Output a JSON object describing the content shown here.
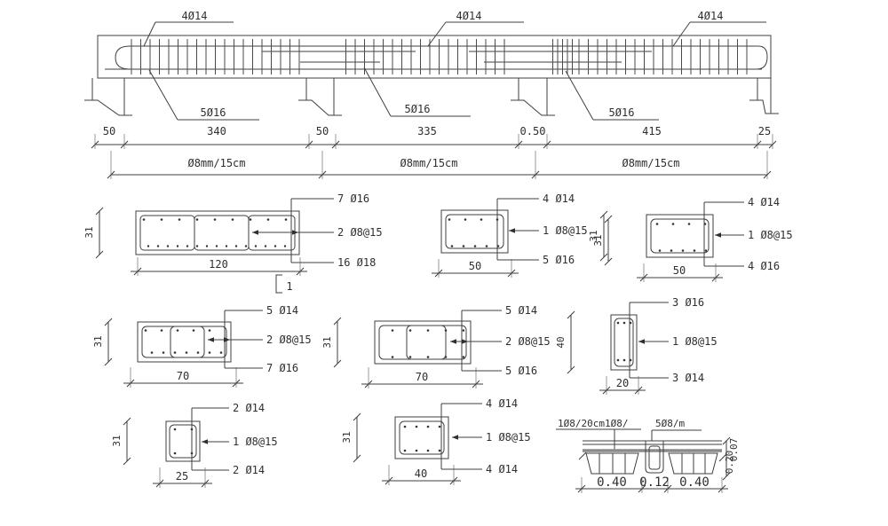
{
  "colors": {
    "ink": "#2f2f2f",
    "line": "#3f3f3f",
    "light": "#9a9a9a",
    "background": "#ffffff"
  },
  "elevation": {
    "top_rebar_labels": [
      "4Ø14",
      "4Ø14",
      "4Ø14"
    ],
    "bottom_rebar_labels": [
      "5Ø16",
      "5Ø16",
      "5Ø16"
    ],
    "span_dims": [
      "50",
      "340",
      "50",
      "335",
      "0.50",
      "415",
      "25"
    ],
    "stirrup_dims": [
      "Ø8mm/15cm",
      "Ø8mm/15cm",
      "Ø8mm/15cm"
    ]
  },
  "sections": {
    "s1": {
      "top_label": "7 Ø16",
      "mid_label": "2 Ø8@15",
      "bot_label": "16 Ø18",
      "width_dim": "120",
      "height_dim": "31",
      "section_mark": "1"
    },
    "s2": {
      "top_label": "4 Ø14",
      "mid_label": "1 Ø8@15",
      "bot_label": "5 Ø16",
      "width_dim": "50",
      "height_dim": "31"
    },
    "s3": {
      "top_label": "4 Ø14",
      "mid_label": "1 Ø8@15",
      "bot_label": "4 Ø16",
      "width_dim": "50",
      "height_dim": "31"
    },
    "s4": {
      "top_label": "5 Ø14",
      "mid_label": "2 Ø8@15",
      "bot_label": "7 Ø16",
      "width_dim": "70",
      "height_dim": "31"
    },
    "s5": {
      "top_label": "5 Ø14",
      "mid_label": "2 Ø8@15",
      "bot_label": "5 Ø16",
      "width_dim": "70",
      "height_dim": "31"
    },
    "s6": {
      "top_label": "3 Ø16",
      "mid_label": "1 Ø8@15",
      "bot_label": "3 Ø14",
      "width_dim": "20",
      "height_dim": "40"
    },
    "s7": {
      "top_label": "2 Ø14",
      "mid_label": "1 Ø8@15",
      "bot_label": "2 Ø14",
      "width_dim": "25",
      "height_dim": "31"
    },
    "s8": {
      "top_label": "4 Ø14",
      "mid_label": "1 Ø8@15",
      "bot_label": "4 Ø14",
      "width_dim": "40",
      "height_dim": "31"
    }
  },
  "slab": {
    "top_label_left": "1Ø8/20cm1Ø8/",
    "top_label_right": "5Ø8/m",
    "bottom_dims": [
      "0.40",
      "0.12",
      "0.40"
    ],
    "right_dims": [
      "0.20",
      "0.07"
    ]
  }
}
